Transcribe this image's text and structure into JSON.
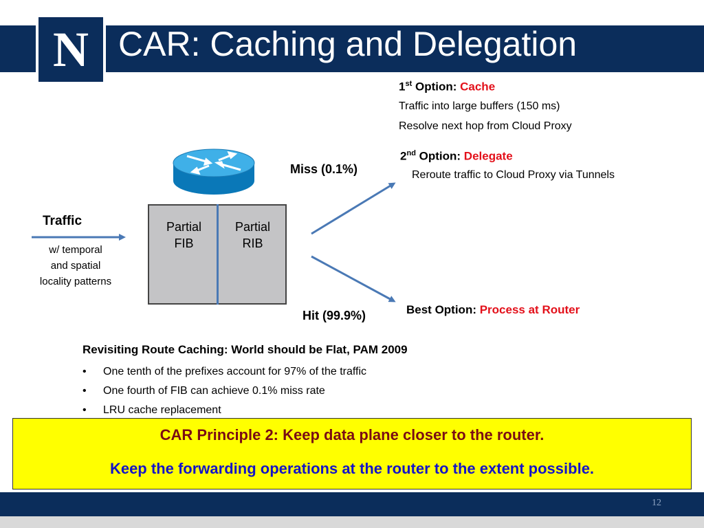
{
  "slide": {
    "title": "CAR: Caching and Delegation",
    "logo_letter": "N",
    "page_number": "12"
  },
  "diagram": {
    "traffic_label": "Traffic",
    "traffic_desc": [
      "w/ temporal",
      "and spatial",
      "locality patterns"
    ],
    "router_left": [
      "Partial",
      "FIB"
    ],
    "router_right": [
      "Partial",
      "RIB"
    ],
    "miss_label": "Miss (0.1%)",
    "hit_label": "Hit (99.9%)"
  },
  "options": {
    "first": {
      "num": "1",
      "sup": "st",
      "prefix": " Option: ",
      "name": "Cache",
      "lines": [
        "Traffic into large buffers (150 ms)",
        "Resolve next hop from Cloud Proxy"
      ]
    },
    "second": {
      "num": "2",
      "sup": "nd",
      "prefix": " Option: ",
      "name": "Delegate",
      "line": "Reroute traffic to Cloud Proxy via Tunnels"
    },
    "best": {
      "prefix": "Best Option: ",
      "name": "Process at Router"
    }
  },
  "revisiting": {
    "heading": "Revisiting Route Caching: World should be Flat, PAM 2009",
    "bullet_char": "•",
    "bullets": [
      "One tenth of the prefixes account for 97% of the traffic",
      "One fourth of FIB can achieve 0.1% miss rate",
      "LRU cache replacement"
    ]
  },
  "principle": {
    "line1": "CAR Principle 2: Keep data plane closer to the router.",
    "line2": "Keep the forwarding operations at the router to the extent possible."
  }
}
